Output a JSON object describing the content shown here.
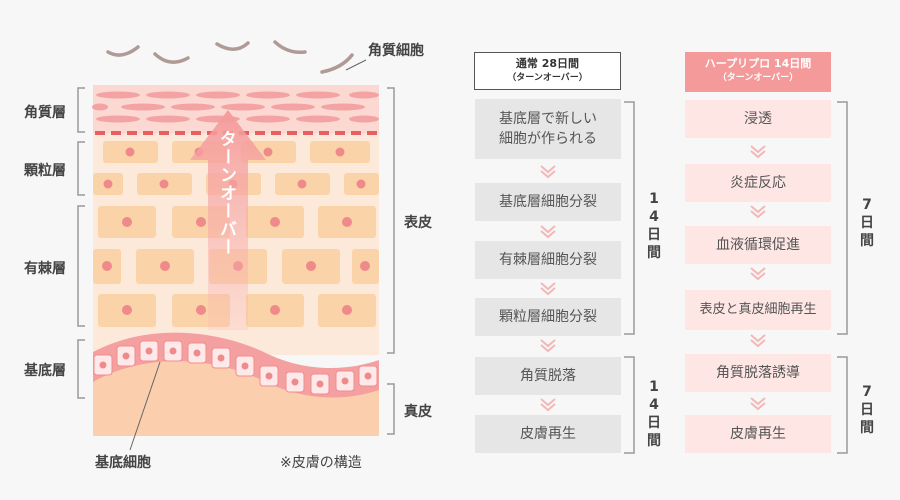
{
  "diagram": {
    "layers": {
      "stratum_corneum": "角質層",
      "granular": "顆粒層",
      "spinous": "有棘層",
      "basal": "基底層"
    },
    "top_label": "角質細胞",
    "epidermis": "表皮",
    "dermis": "真皮",
    "basal_cell_label": "基底細胞",
    "turnover_arrow": "ターンオーバー",
    "caption": "※皮膚の構造"
  },
  "flow_normal": {
    "title": "通常 28日間",
    "subtitle": "（ターンオーバー）",
    "steps": [
      "基底層で新しい細胞が作られる",
      "基底層細胞分裂",
      "有棘層細胞分裂",
      "顆粒層細胞分裂",
      "角質脱落",
      "皮膚再生"
    ],
    "step1_line1": "基底層で新しい",
    "step1_line2": "細胞が作られる",
    "days_a": [
      "1",
      "4",
      "日",
      "間"
    ],
    "days_b": [
      "1",
      "4",
      "日",
      "間"
    ]
  },
  "flow_harp": {
    "title": "ハープリプロ 14日間",
    "subtitle": "（ターンオーバー）",
    "steps": [
      "浸透",
      "炎症反応",
      "血液循環促進",
      "表皮と真皮細胞再生",
      "角質脱落誘導",
      "皮膚再生"
    ],
    "days_a": [
      "7",
      "日",
      "間"
    ],
    "days_b": [
      "7",
      "日",
      "間"
    ]
  },
  "colors": {
    "accent": "#f08a8a",
    "corneum": "#f8c2c2",
    "granular_cell": "#fbe0c2",
    "dermis": "#fbcfae",
    "nucleus": "#ef8a8a",
    "gray_box": "#e6e6e6",
    "pink_box": "#fde6e4",
    "chevron": "#f2b8b8"
  }
}
